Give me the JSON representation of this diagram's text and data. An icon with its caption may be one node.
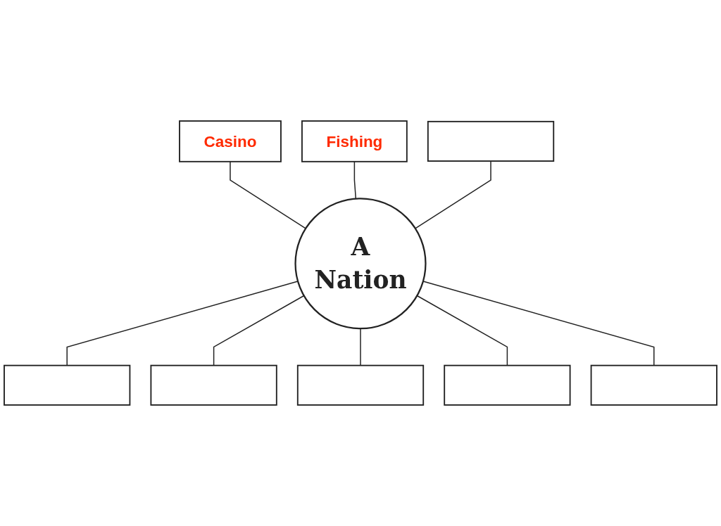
{
  "diagram": {
    "nodes": [
      {
        "text": [
          "Fishing"
        ]
      },
      {
        "text": [
          "Casino"
        ]
      },
      {
        "text": [],
        "shape": "box"
      },
      {
        "text": [
          "A Nation"
        ]
      },
      {
        "text": [],
        "shape": "box"
      },
      {
        "text": [],
        "shape": "box"
      },
      {
        "text": [],
        "shape": "box"
      },
      {
        "text": [],
        "shape": "box"
      },
      {
        "text": [],
        "shape": "box"
      }
    ],
    "edges": [
      {
        "from": 1,
        "to": 3,
        "arrow": "none"
      },
      {
        "from": 0,
        "to": 3,
        "arrow": "none"
      },
      {
        "from": 2,
        "to": 3,
        "arrow": "none"
      },
      {
        "from": 3,
        "to": 4,
        "arrow": "none"
      },
      {
        "from": 3,
        "to": 6,
        "arrow": "none"
      },
      {
        "from": 3,
        "to": 8,
        "arrow": "none"
      },
      {
        "from": 3,
        "to": 7,
        "arrow": "none"
      },
      {
        "from": 3,
        "to": 5,
        "arrow": "none"
      }
    ]
  }
}
